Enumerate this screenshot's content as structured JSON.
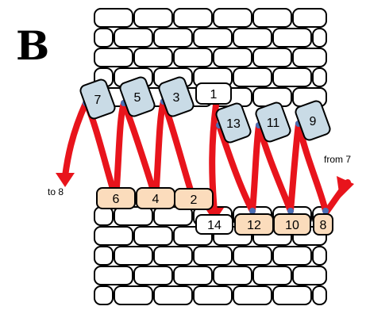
{
  "panel_label": "B",
  "annotations": {
    "to_label": "to 8",
    "from_label": "from 7"
  },
  "colors": {
    "brick_fill": "#ffffff",
    "brick_stroke": "#000000",
    "thread": "#e8141c",
    "thread_knot": "#4a6fb5",
    "blue_bead_fill": "#c9dbe6",
    "orange_bead_fill": "#fbdcbc",
    "white_bead_fill": "#ffffff"
  },
  "beads": {
    "top_row_tilted": [
      "7",
      "5",
      "3"
    ],
    "top_row_straight": [
      "1"
    ],
    "second_row_tilted": [
      "13",
      "11",
      "9"
    ],
    "bottom_row_orange": [
      "6",
      "4",
      "2"
    ],
    "bottom_row_white": [
      "14"
    ],
    "bottom_row_orange_right": [
      "12",
      "10",
      "8"
    ]
  }
}
